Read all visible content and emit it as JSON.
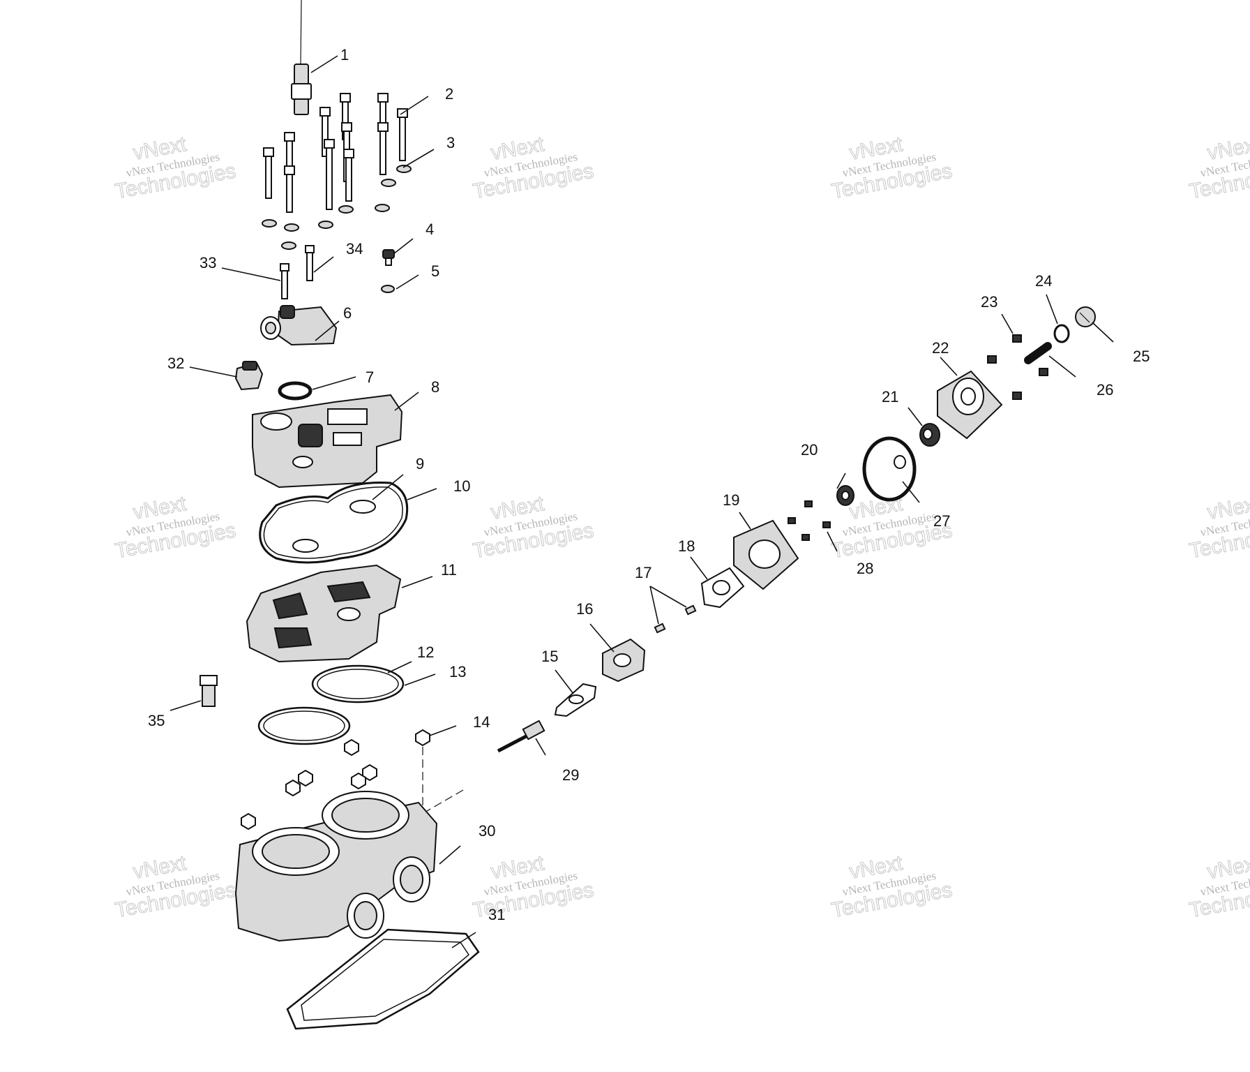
{
  "watermark": {
    "line1": "vNext",
    "line2": "vNext Technologies",
    "line3": "Technologies"
  },
  "callouts": {
    "c1": "1",
    "c2": "2",
    "c3": "3",
    "c4": "4",
    "c5": "5",
    "c6": "6",
    "c7": "7",
    "c8": "8",
    "c9": "9",
    "c10": "10",
    "c11": "11",
    "c12": "12",
    "c13": "13",
    "c14": "14",
    "c15": "15",
    "c16": "16",
    "c17": "17",
    "c18": "18",
    "c19": "19",
    "c20": "20",
    "c21": "21",
    "c22": "22",
    "c23": "23",
    "c24": "24",
    "c25": "25",
    "c26": "26",
    "c27": "27",
    "c28": "28",
    "c29": "29",
    "c30": "30",
    "c31": "31",
    "c32": "32",
    "c33": "33",
    "c34": "34",
    "c35": "35"
  }
}
